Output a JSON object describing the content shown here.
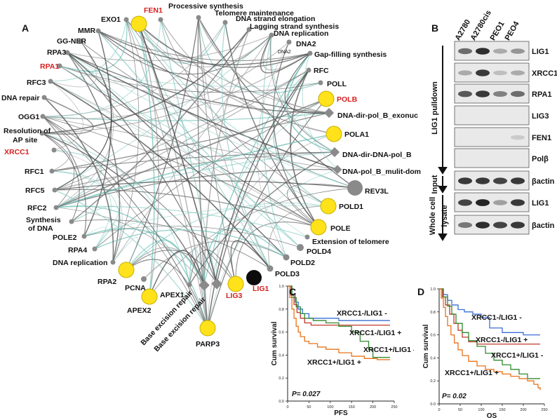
{
  "panels": {
    "a": "A",
    "b": "B",
    "c": "C",
    "d": "D"
  },
  "network": {
    "yellow_nodes": [
      {
        "label": "FEN1",
        "red": true
      },
      {
        "label": "POLB",
        "red": true
      },
      {
        "label": "POLA1",
        "red": false
      },
      {
        "label": "POLD1",
        "red": false
      },
      {
        "label": "POLE",
        "red": false
      },
      {
        "label": "RPA2",
        "red": false
      },
      {
        "label": "APEX2",
        "red": false
      },
      {
        "label": "LIG3",
        "red": true
      },
      {
        "label": "PARP3",
        "red": false
      }
    ],
    "black_node": {
      "label": "LIG1",
      "red": true
    },
    "gray_labels": [
      "EXO1",
      "Processive synthesis",
      "Telomere maintenance",
      "DNA strand elongation",
      "Lagging strand synthesis",
      "DNA replication",
      "DNA2",
      "DNA2",
      "Gap-filling synthesis",
      "RFC",
      "POLL",
      "MMR",
      "GG-NER",
      "RPA3",
      "RPA1",
      "RFC3",
      "DNA repair",
      "OGG1",
      "Resolution of",
      "AP site",
      "XRCC1",
      "RFC1",
      "RFC5",
      "RFC2",
      "Synthesis",
      "of DNA",
      "POLE2",
      "RPA4",
      "DNA replication",
      "PCNA",
      "APEX1",
      "Base excision repair",
      "Base excision repair",
      "POLD3",
      "POLD2",
      "POLD4",
      "Extension of telomere",
      "REV3L",
      "DNA-pol_B_mulit-dom",
      "DNA-dir-DNA-pol_B",
      "DNA-dir-pol_B_exonuc"
    ]
  },
  "blot": {
    "columns": [
      "A2780",
      "A2780cis",
      "PEO1",
      "PEO4"
    ],
    "rows": [
      "LIG1",
      "XRCC1",
      "RPA1",
      "LIG3",
      "FEN1",
      "Polβ",
      "βactin",
      "LIG1",
      "βactin"
    ],
    "groups": [
      "LIG1 pulldown",
      "Input",
      "Whole cell lysate"
    ]
  },
  "chart_data": [
    {
      "type": "line",
      "panel": "C",
      "xlabel": "PFS",
      "ylabel": "Cum survival",
      "xlim": [
        0,
        250
      ],
      "ylim": [
        0,
        1.0
      ],
      "xticks": [
        0,
        50,
        100,
        150,
        200,
        250
      ],
      "yticks": [
        0.0,
        0.2,
        0.4,
        0.6,
        0.8,
        1.0
      ],
      "annotation": "P= 0.027",
      "series": [
        {
          "name": "XRCC1-/LIG1 -",
          "color": "#3b6fd6",
          "x": [
            0,
            10,
            18,
            25,
            35,
            50,
            80,
            120,
            170,
            200,
            240
          ],
          "y": [
            1.0,
            0.93,
            0.86,
            0.8,
            0.76,
            0.72,
            0.72,
            0.7,
            0.7,
            0.7,
            0.7
          ]
        },
        {
          "name": "XRCC1-/LIG1 +",
          "color": "#c0392b",
          "x": [
            0,
            8,
            15,
            22,
            30,
            40,
            55,
            80,
            110,
            140,
            170,
            200,
            240
          ],
          "y": [
            1.0,
            0.92,
            0.84,
            0.77,
            0.72,
            0.68,
            0.66,
            0.66,
            0.66,
            0.66,
            0.66,
            0.66,
            0.66
          ]
        },
        {
          "name": "XRCC1+/LIG1 -",
          "color": "#2e8b2e",
          "x": [
            0,
            10,
            20,
            30,
            40,
            60,
            90,
            120,
            150,
            170,
            190,
            200,
            240
          ],
          "y": [
            1.0,
            0.9,
            0.82,
            0.76,
            0.72,
            0.7,
            0.68,
            0.65,
            0.6,
            0.52,
            0.45,
            0.38,
            0.38
          ]
        },
        {
          "name": "XRCC1+/LIG1 +",
          "color": "#e8731a",
          "x": [
            0,
            5,
            10,
            15,
            20,
            25,
            30,
            40,
            50,
            70,
            90,
            120,
            150,
            180,
            210,
            240
          ],
          "y": [
            1.0,
            0.9,
            0.8,
            0.72,
            0.65,
            0.6,
            0.56,
            0.52,
            0.5,
            0.47,
            0.45,
            0.42,
            0.39,
            0.37,
            0.36,
            0.36
          ]
        }
      ]
    },
    {
      "type": "line",
      "panel": "D",
      "xlabel": "OS",
      "ylabel": "Cum survival",
      "xlim": [
        0,
        250
      ],
      "ylim": [
        0,
        1.0
      ],
      "xticks": [
        0,
        50,
        100,
        150,
        200,
        250
      ],
      "yticks": [
        0.0,
        0.2,
        0.4,
        0.6,
        0.8,
        1.0
      ],
      "annotation": "P= 0.02",
      "series": [
        {
          "name": "XRCC1-/LIG1 -",
          "color": "#3b6fd6",
          "x": [
            0,
            10,
            20,
            30,
            45,
            60,
            80,
            100,
            120,
            150,
            200,
            240
          ],
          "y": [
            1.0,
            0.95,
            0.9,
            0.86,
            0.82,
            0.8,
            0.78,
            0.75,
            0.66,
            0.62,
            0.6,
            0.6
          ]
        },
        {
          "name": "XRCC1-/LIG1 +",
          "color": "#c0392b",
          "x": [
            0,
            8,
            15,
            25,
            35,
            45,
            55,
            70,
            90,
            120,
            160,
            200,
            240
          ],
          "y": [
            1.0,
            0.93,
            0.86,
            0.78,
            0.7,
            0.64,
            0.58,
            0.54,
            0.52,
            0.52,
            0.52,
            0.52,
            0.52
          ]
        },
        {
          "name": "XRCC1+/LIG1 -",
          "color": "#2e8b2e",
          "x": [
            0,
            10,
            20,
            30,
            40,
            55,
            70,
            90,
            110,
            130,
            150,
            170,
            190,
            210,
            240
          ],
          "y": [
            1.0,
            0.93,
            0.85,
            0.78,
            0.7,
            0.62,
            0.55,
            0.5,
            0.44,
            0.38,
            0.34,
            0.3,
            0.26,
            0.22,
            0.22
          ]
        },
        {
          "name": "XRCC1+/LIG1 +",
          "color": "#e8731a",
          "x": [
            0,
            5,
            10,
            15,
            20,
            28,
            36,
            45,
            55,
            70,
            90,
            110,
            130,
            150,
            170,
            190,
            210,
            225,
            235,
            240
          ],
          "y": [
            1.0,
            0.92,
            0.84,
            0.76,
            0.68,
            0.6,
            0.53,
            0.47,
            0.42,
            0.37,
            0.33,
            0.3,
            0.28,
            0.26,
            0.24,
            0.22,
            0.2,
            0.17,
            0.14,
            0.12
          ]
        }
      ]
    }
  ]
}
